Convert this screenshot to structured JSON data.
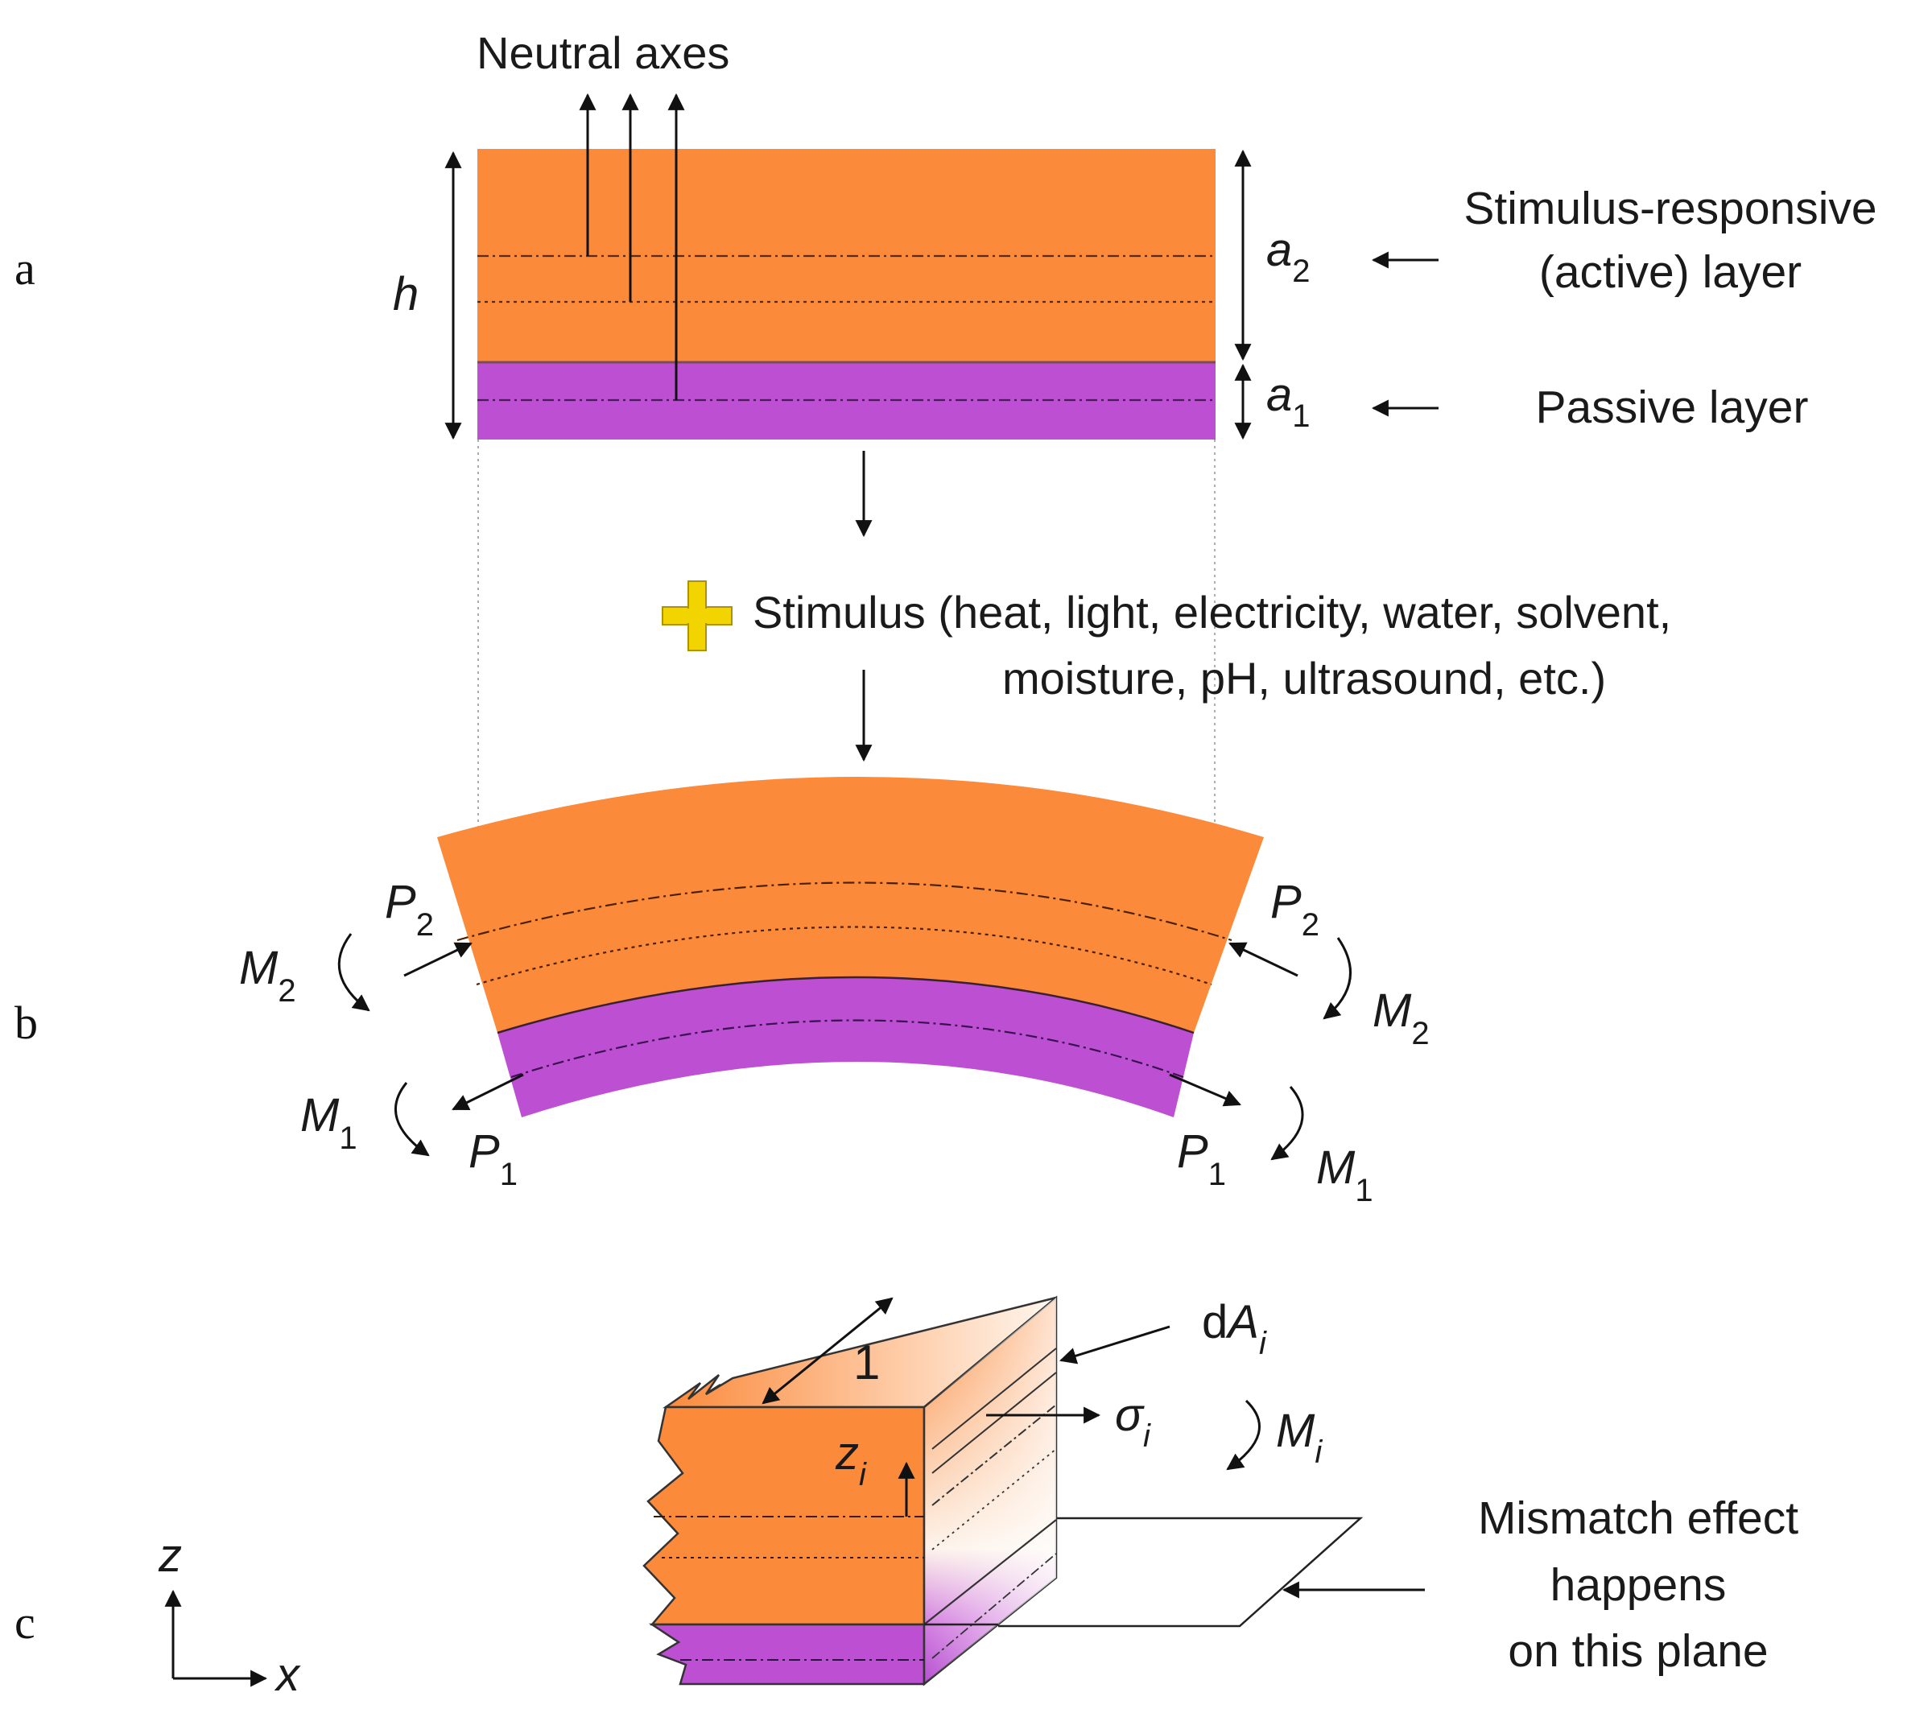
{
  "panel_labels": {
    "a": "a",
    "b": "b",
    "c": "c"
  },
  "panel_a": {
    "neutral_axes": "Neutral axes",
    "h": "h",
    "a2": {
      "base": "a",
      "sub": "2"
    },
    "a1": {
      "base": "a",
      "sub": "1"
    },
    "active_layer_line1": "Stimulus-responsive",
    "active_layer_line2": "(active) layer",
    "passive_layer": "Passive layer"
  },
  "stimulus": {
    "line1": "Stimulus (heat, light, electricity, water, solvent,",
    "line2": "moisture, pH, ultrasound, etc.)"
  },
  "panel_b": {
    "P2_left": {
      "base": "P",
      "sub": "2"
    },
    "P2_right": {
      "base": "P",
      "sub": "2"
    },
    "M2_left": {
      "base": "M",
      "sub": "2"
    },
    "M2_right": {
      "base": "M",
      "sub": "2"
    },
    "M1_left": {
      "base": "M",
      "sub": "1"
    },
    "M1_right": {
      "base": "M",
      "sub": "1"
    },
    "P1_left": {
      "base": "P",
      "sub": "1"
    },
    "P1_right": {
      "base": "P",
      "sub": "1"
    }
  },
  "panel_c": {
    "one": "1",
    "dA": {
      "prefix": "d",
      "base": "A",
      "sub": "i"
    },
    "sigma": {
      "base": "σ",
      "sub": "i"
    },
    "M": {
      "base": "M",
      "sub": "i"
    },
    "z": {
      "base": "z",
      "sub": "i"
    },
    "mismatch_line1": "Mismatch effect",
    "mismatch_line2": "happens",
    "mismatch_line3": "on this plane",
    "axis_z": "z",
    "axis_x": "x"
  },
  "colors": {
    "active": "#fb8a3b",
    "passive": "#bd4fd3",
    "stimulus_plus": "#f2d400"
  }
}
